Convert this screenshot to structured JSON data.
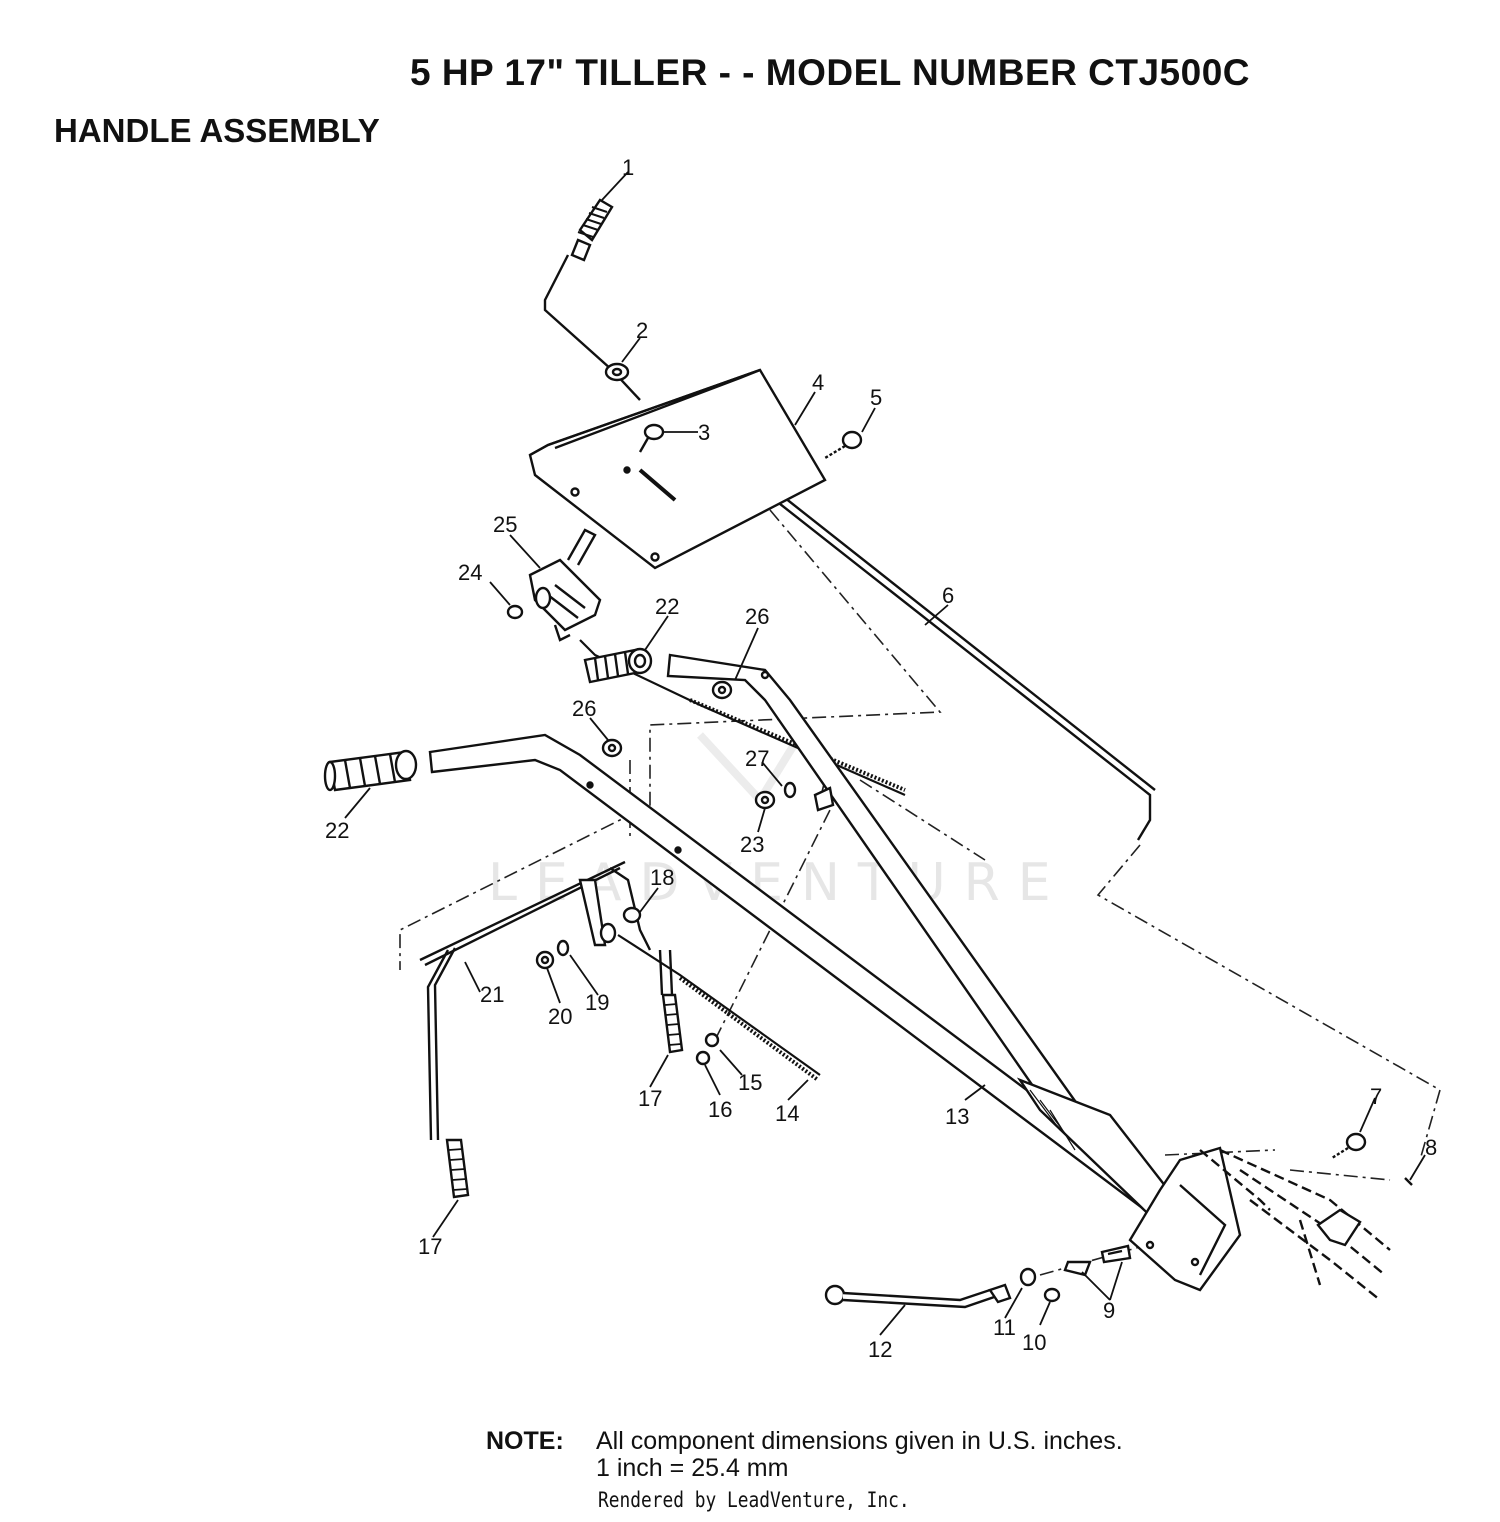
{
  "header": {
    "title": "5 HP 17\" TILLER - - MODEL NUMBER CTJ500C",
    "subtitle": "HANDLE ASSEMBLY"
  },
  "watermark": {
    "text": "LEADVENTURE"
  },
  "callouts": [
    "1",
    "2",
    "3",
    "4",
    "5",
    "6",
    "7",
    "8",
    "9",
    "10",
    "11",
    "12",
    "13",
    "14",
    "15",
    "16",
    "17",
    "17",
    "18",
    "19",
    "20",
    "21",
    "22",
    "22",
    "23",
    "24",
    "25",
    "26",
    "26",
    "27"
  ],
  "note": {
    "label": "NOTE:",
    "line1": "All component dimensions given in U.S. inches.",
    "line2": "1 inch = 25.4 mm"
  },
  "footer": {
    "rendered_by": "Rendered by LeadVenture, Inc."
  },
  "colors": {
    "ink": "#111111",
    "watermark": "#e6e6e6",
    "background": "#ffffff"
  }
}
